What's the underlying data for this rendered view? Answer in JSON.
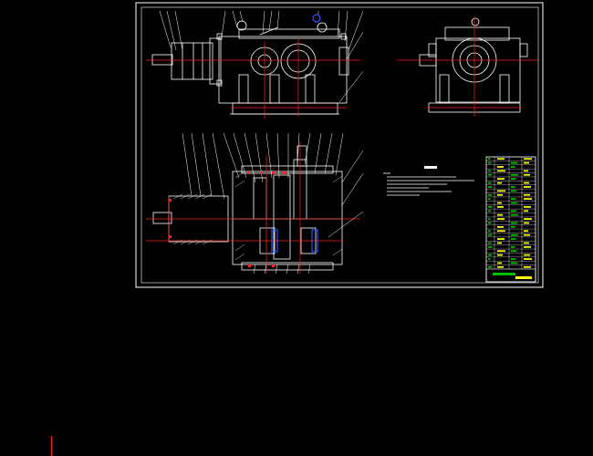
{
  "colors": {
    "background": "#000000",
    "frame": "#ffffff",
    "outline": "#ffffff",
    "centerline": "#ff2020",
    "hatch": "#ffffff",
    "accent_blue": "#3050ff",
    "table_green": "#00c000",
    "table_yellow": "#ffff00",
    "leader": "#ffffff"
  },
  "views": [
    "front-elevation",
    "side-elevation",
    "plan-section"
  ],
  "icons": [
    "cursor-marker"
  ]
}
